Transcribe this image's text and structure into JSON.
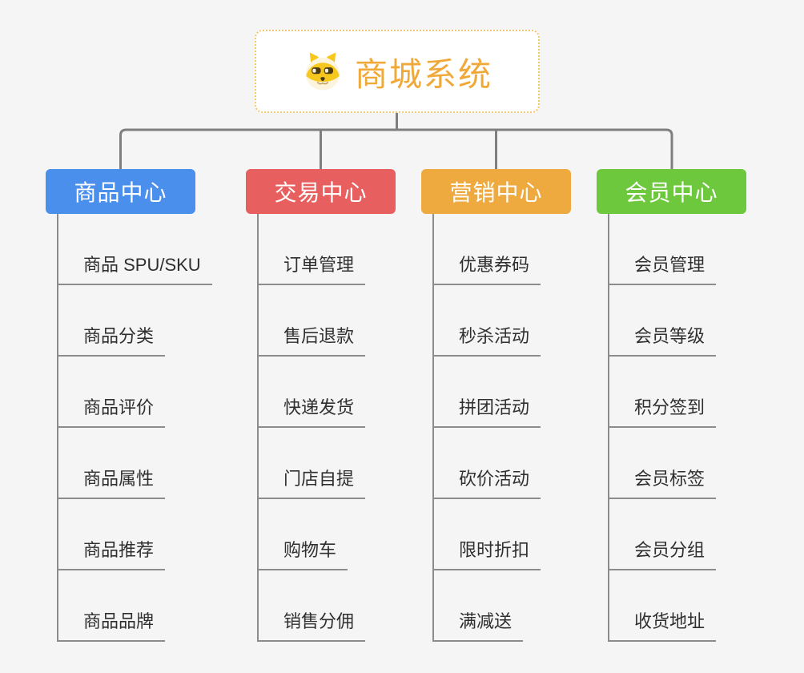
{
  "root": {
    "title": "商城系统",
    "icon": "shiba-dog-icon",
    "title_color": "#f0a838",
    "border_color": "#f3c96f"
  },
  "style": {
    "background": "#f5f5f6",
    "connector_color": "#7f7f7f",
    "item_line_color": "#8c8c8c",
    "item_text_color": "#2f2f2f"
  },
  "columns": [
    {
      "title": "商品中心",
      "color": "#4b8fed",
      "items": [
        "商品 SPU/SKU",
        "商品分类",
        "商品评价",
        "商品属性",
        "商品推荐",
        "商品品牌"
      ]
    },
    {
      "title": "交易中心",
      "color": "#e85f5f",
      "items": [
        "订单管理",
        "售后退款",
        "快递发货",
        "门店自提",
        "购物车",
        "销售分佣"
      ]
    },
    {
      "title": "营销中心",
      "color": "#efaa3f",
      "items": [
        "优惠券码",
        "秒杀活动",
        "拼团活动",
        "砍价活动",
        "限时折扣",
        "满减送"
      ]
    },
    {
      "title": "会员中心",
      "color": "#6ec83e",
      "items": [
        "会员管理",
        "会员等级",
        "积分签到",
        "会员标签",
        "会员分组",
        "收货地址"
      ]
    }
  ]
}
